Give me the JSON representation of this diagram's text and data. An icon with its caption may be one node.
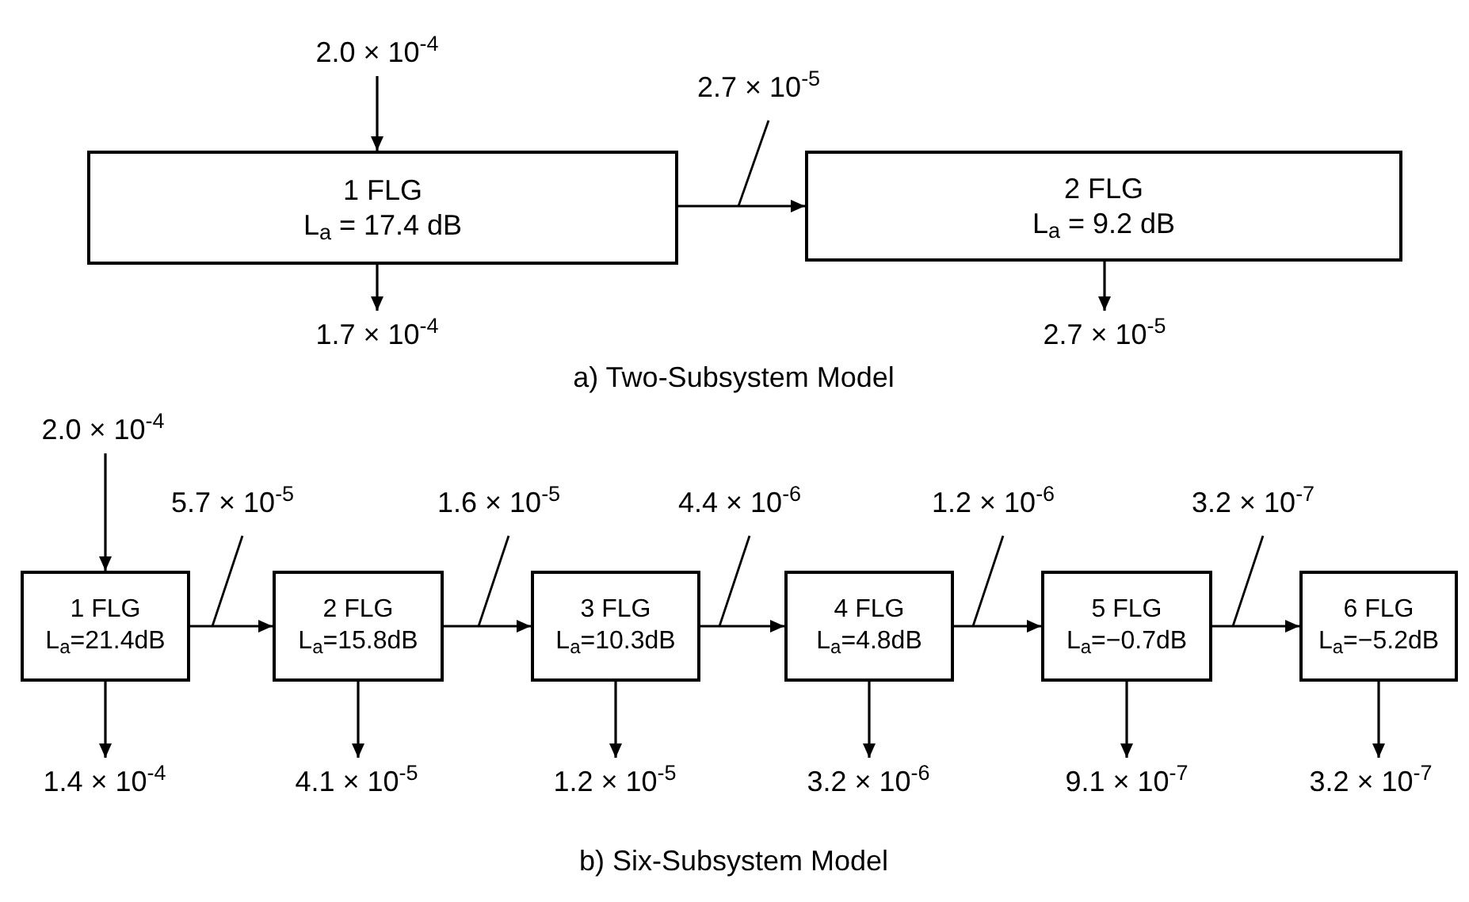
{
  "diagram": {
    "nodes": [
      {
        "text": [
          "2.0 × 10$^{-4}$"
        ]
      },
      {
        "text": [
          "1 FLG",
          "L$_{a}$ = 17.4 dB"
        ]
      },
      {
        "text": [
          "2 FLG",
          "L$_{a}$ = 9.2 dB"
        ]
      },
      {
        "text": [
          "1.7 × 10$^{-4}$"
        ]
      },
      {
        "text": [
          "2.7 × 10$^{-5}$"
        ]
      },
      {
        "text": [
          "2.0 × 10$^{-4}$"
        ]
      },
      {
        "text": [
          "1 FLG",
          "L$_{a}$=21.4dB"
        ]
      },
      {
        "text": [
          "2 FLG",
          "L$_{a}$=15.8dB"
        ]
      },
      {
        "text": [
          "3 FLG",
          "L$_{a}$=10.3dB"
        ]
      },
      {
        "text": [
          "4 FLG",
          "L$_{a}$=4.8dB"
        ]
      },
      {
        "text": [
          "5 FLG",
          "L$_{a}$=−0.7dB"
        ]
      },
      {
        "text": [
          "6 FLG",
          "L$_{a}$=−5.2dB"
        ]
      },
      {
        "text": [
          "1.4 × 10$^{-4}$"
        ]
      },
      {
        "text": [
          "4.1 × 10$^{-5}$"
        ]
      },
      {
        "text": [
          "1.2 × 10$^{-5}$"
        ]
      },
      {
        "text": [
          "3.2 × 10$^{-6}$"
        ]
      },
      {
        "text": [
          "9.1 × 10$^{-7}$"
        ]
      },
      {
        "text": [
          "3.2 × 10$^{-7}$"
        ]
      }
    ],
    "edges": [
      {
        "from": 0,
        "to": 1,
        "arrow": "to"
      },
      {
        "from": 1,
        "to": 2,
        "arrow": "to",
        "label": "2.7 × 10$^{-5}$"
      },
      {
        "from": 1,
        "to": 3,
        "arrow": "to"
      },
      {
        "from": 2,
        "to": 4,
        "arrow": "to"
      },
      {
        "from": 5,
        "to": 6,
        "arrow": "to"
      },
      {
        "from": 6,
        "to": 7,
        "arrow": "to",
        "label": "5.7 × 10$^{-5}$"
      },
      {
        "from": 7,
        "to": 8,
        "arrow": "to",
        "label": "1.6 × 10$^{-5}$"
      },
      {
        "from": 8,
        "to": 9,
        "arrow": "to",
        "label": "4.4 × 10$^{-6}$"
      },
      {
        "from": 9,
        "to": 10,
        "arrow": "to",
        "label": "1.2 × 10$^{-6}$"
      },
      {
        "from": 10,
        "to": 11,
        "arrow": "to",
        "label": "3.2 × 10$^{-7}$"
      },
      {
        "from": 6,
        "to": 12,
        "arrow": "to"
      },
      {
        "from": 7,
        "to": 13,
        "arrow": "to"
      },
      {
        "from": 8,
        "to": 14,
        "arrow": "to"
      },
      {
        "from": 9,
        "to": 15,
        "arrow": "to"
      },
      {
        "from": 10,
        "to": 16,
        "arrow": "to"
      },
      {
        "from": 11,
        "to": 17,
        "arrow": "to"
      }
    ],
    "labels": [
      "a) Two-Subsystem Model",
      "b) Six-Subsystem Model"
    ]
  }
}
